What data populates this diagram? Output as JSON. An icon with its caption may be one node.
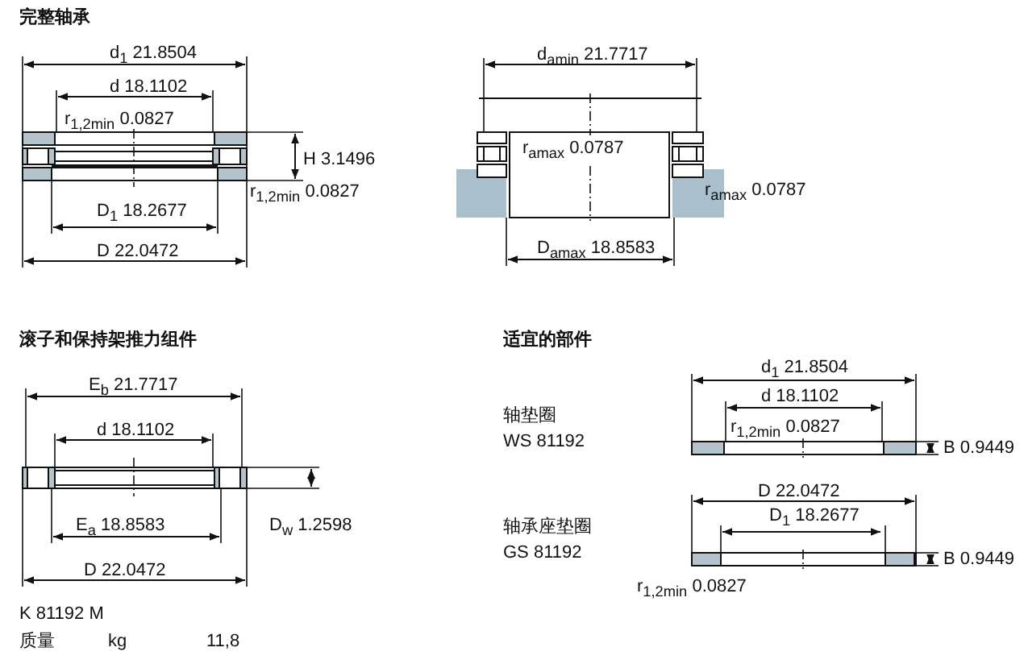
{
  "diagram": {
    "labels": [
      "完整轴承",
      "d$_{1}$ 21.8504",
      "d 18.1102",
      "r$_{1,2min}$ 0.0827",
      "H 3.1496",
      "r$_{1,2min}$ 0.0827",
      "D$_{1}$ 18.2677",
      "D 22.0472",
      "d$_{amin}$ 21.7717",
      "r$_{amax}$ 0.0787",
      "r$_{amax}$ 0.0787",
      "D$_{amax}$ 18.8583",
      "滚子和保持架推力组件",
      "E$_{b}$ 21.7717",
      "d 18.1102",
      "E$_{a}$ 18.8583",
      "D$_{w}$ 1.2598",
      "D 22.0472",
      "K 81192 M",
      "质量",
      "kg",
      "11,8",
      "适宜的部件",
      "d$_{1}$ 21.8504",
      "轴垫圈",
      "WS 81192",
      "d 18.1102",
      "r$_{1,2min}$ 0.0827",
      "B 0.9449",
      "D 22.0472",
      "轴承座垫圈",
      "GS 81192",
      "D$_{1}$ 18.2677",
      "B 0.9449",
      "r$_{1,2min}$ 0.0827"
    ]
  }
}
